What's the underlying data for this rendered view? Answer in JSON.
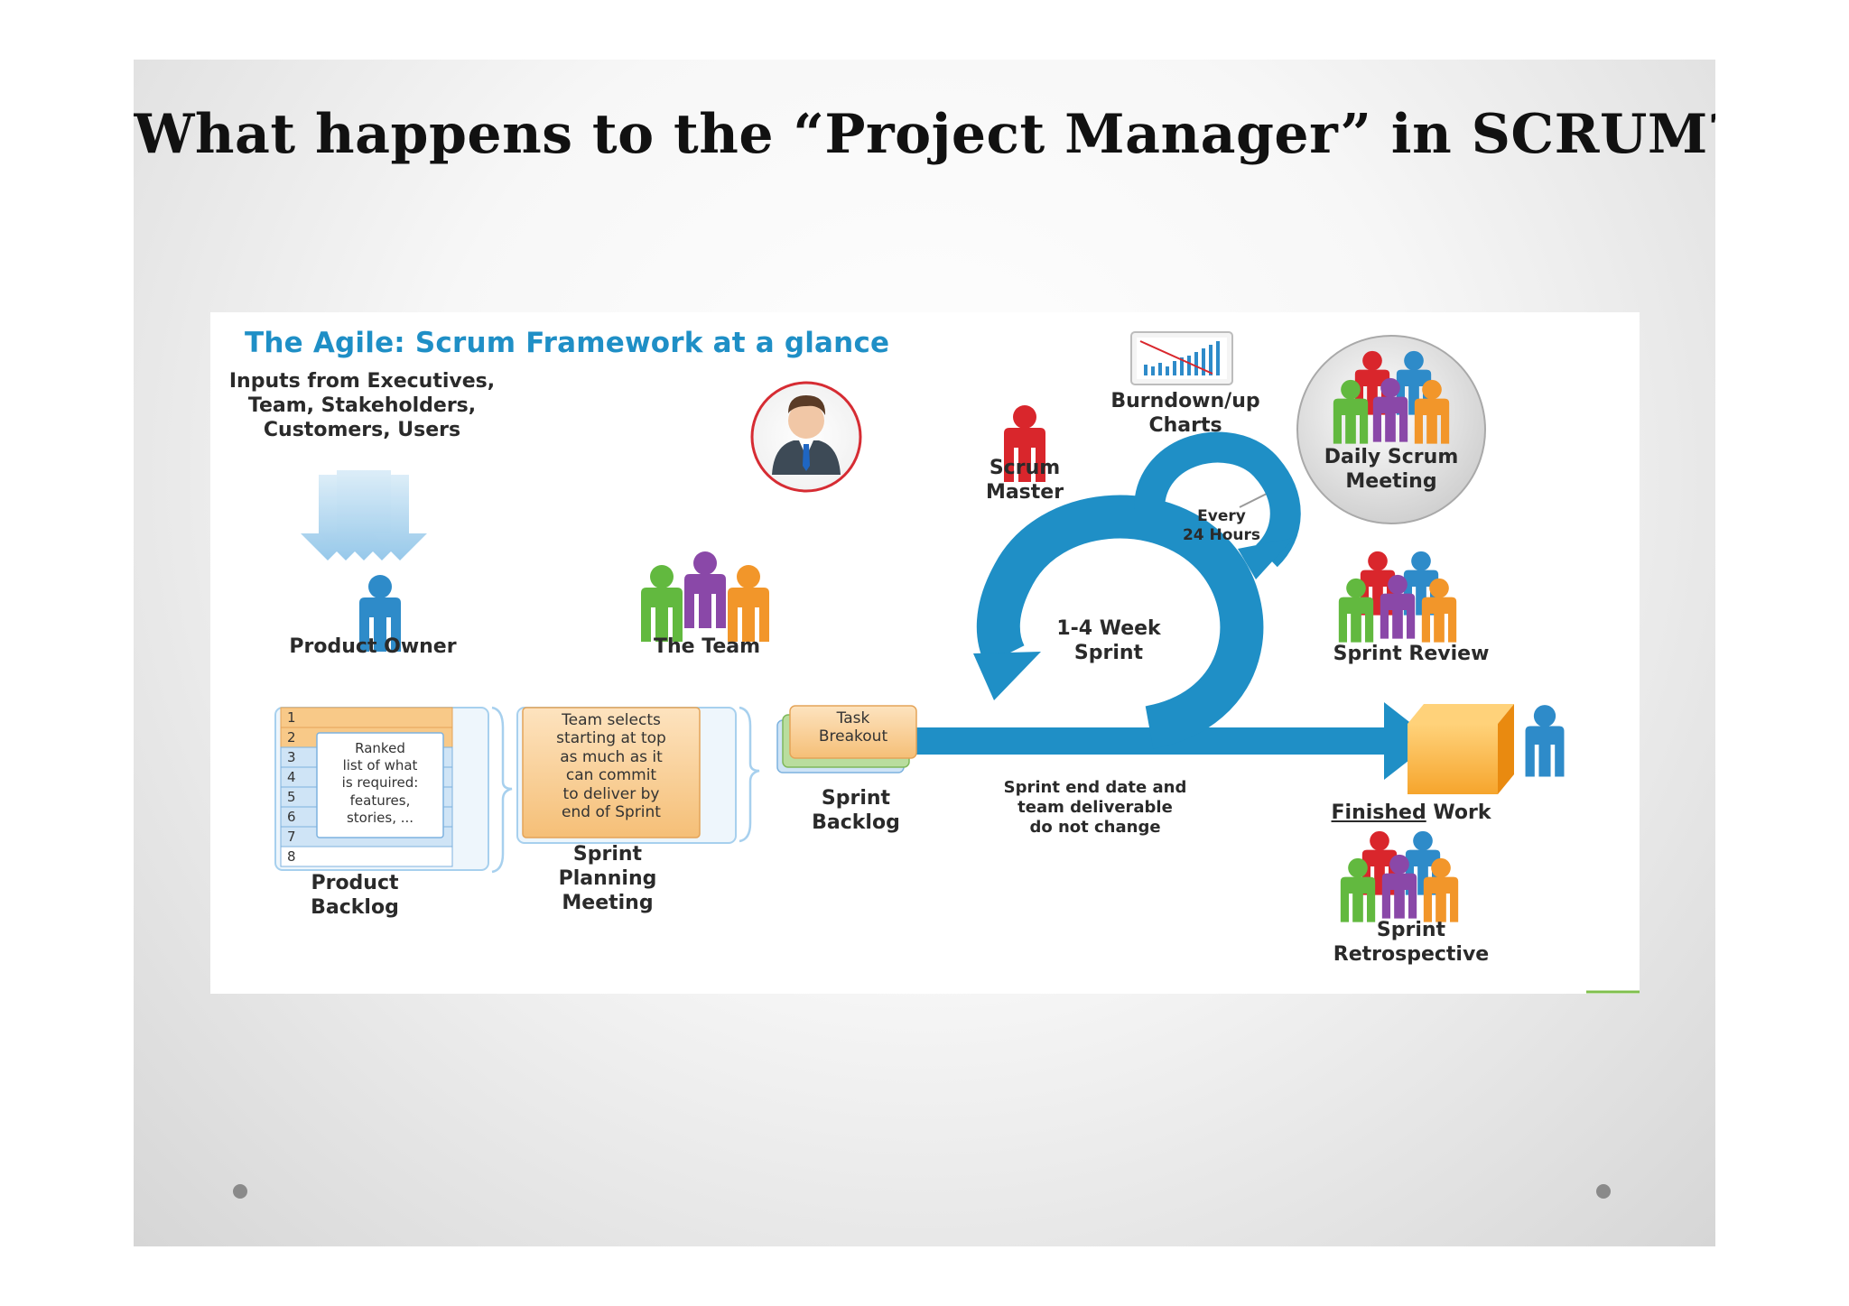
{
  "slide": {
    "title": "What happens to the “Project Manager” in SCRUM?"
  },
  "diagram": {
    "title": "The Agile: Scrum Framework at a glance",
    "inputs": "Inputs from Executives,\nTeam, Stakeholders,\nCustomers, Users",
    "product_owner": "Product Owner",
    "the_team": "The Team",
    "scrum_master": "Scrum\nMaster",
    "burndown": "Burndown/up\nCharts",
    "daily_scrum": "Daily Scrum\nMeeting",
    "every_24": "Every\n24 Hours",
    "sprint_cycle": "1-4 Week\nSprint",
    "sprint_review": "Sprint Review",
    "finished_work_underlined": "Finished",
    "finished_work_rest": " Work",
    "sprint_retrospective": "Sprint\nRetrospective",
    "sprint_end_note": "Sprint end date and\nteam deliverable\ndo not change",
    "product_backlog": "Product\nBacklog",
    "backlog_note": "Ranked\nlist of what\nis required:\nfeatures,\nstories, ...",
    "backlog_numbers": [
      "1",
      "2",
      "3",
      "4",
      "5",
      "6",
      "7",
      "8"
    ],
    "planning_note": "Team selects\nstarting at top\nas much as it\ncan commit\nto deliver by\nend of Sprint",
    "sprint_planning": "Sprint\nPlanning\nMeeting",
    "task_breakout": "Task\nBreakout",
    "sprint_backlog": "Sprint\nBacklog",
    "colors": {
      "accent_blue": "#1f8fc6",
      "person_blue": "#2e8bc9",
      "person_red": "#d9262c",
      "person_green": "#62b93f",
      "person_purple": "#8a48a8",
      "person_orange": "#f2962a",
      "note_orange": "#f6c98c"
    },
    "icons": [
      "manager-avatar-icon",
      "burndown-chart-icon",
      "person-icon",
      "team-group-icon",
      "finished-box-icon"
    ]
  }
}
